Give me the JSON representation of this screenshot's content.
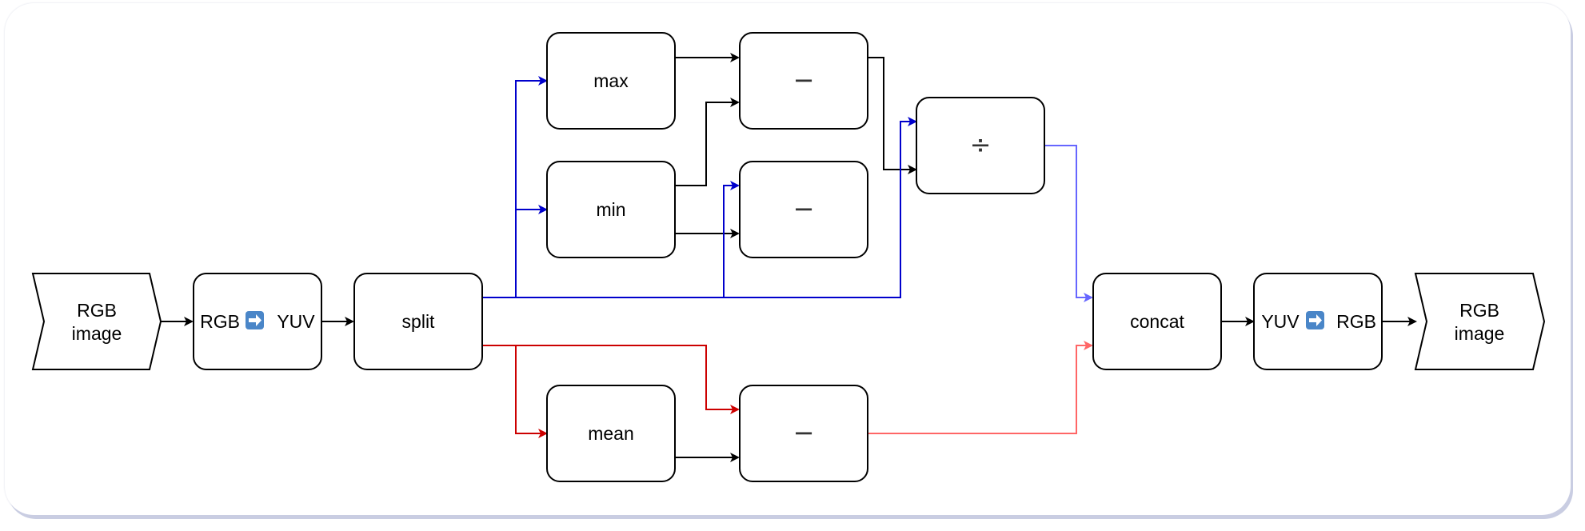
{
  "nodes": {
    "input": {
      "line1": "RGB",
      "line2": "image"
    },
    "rgb2yuv": {
      "left": "RGB",
      "right": "YUV"
    },
    "split": {
      "label": "split"
    },
    "max": {
      "label": "max"
    },
    "min": {
      "label": "min"
    },
    "sub_top": {
      "label": "−"
    },
    "sub_mid": {
      "label": "−"
    },
    "div": {
      "label": "÷"
    },
    "mean": {
      "label": "mean"
    },
    "sub_bot": {
      "label": "−"
    },
    "concat": {
      "label": "concat"
    },
    "yuv2rgb": {
      "left": "YUV",
      "right": "RGB"
    },
    "output": {
      "line1": "RGB",
      "line2": "image"
    }
  },
  "colors": {
    "black": "#000000",
    "blue": "#0000cc",
    "light_blue": "#6666ff",
    "red": "#cc0000",
    "light_red": "#ff6666",
    "arrow_icon": "#4a86c8"
  }
}
